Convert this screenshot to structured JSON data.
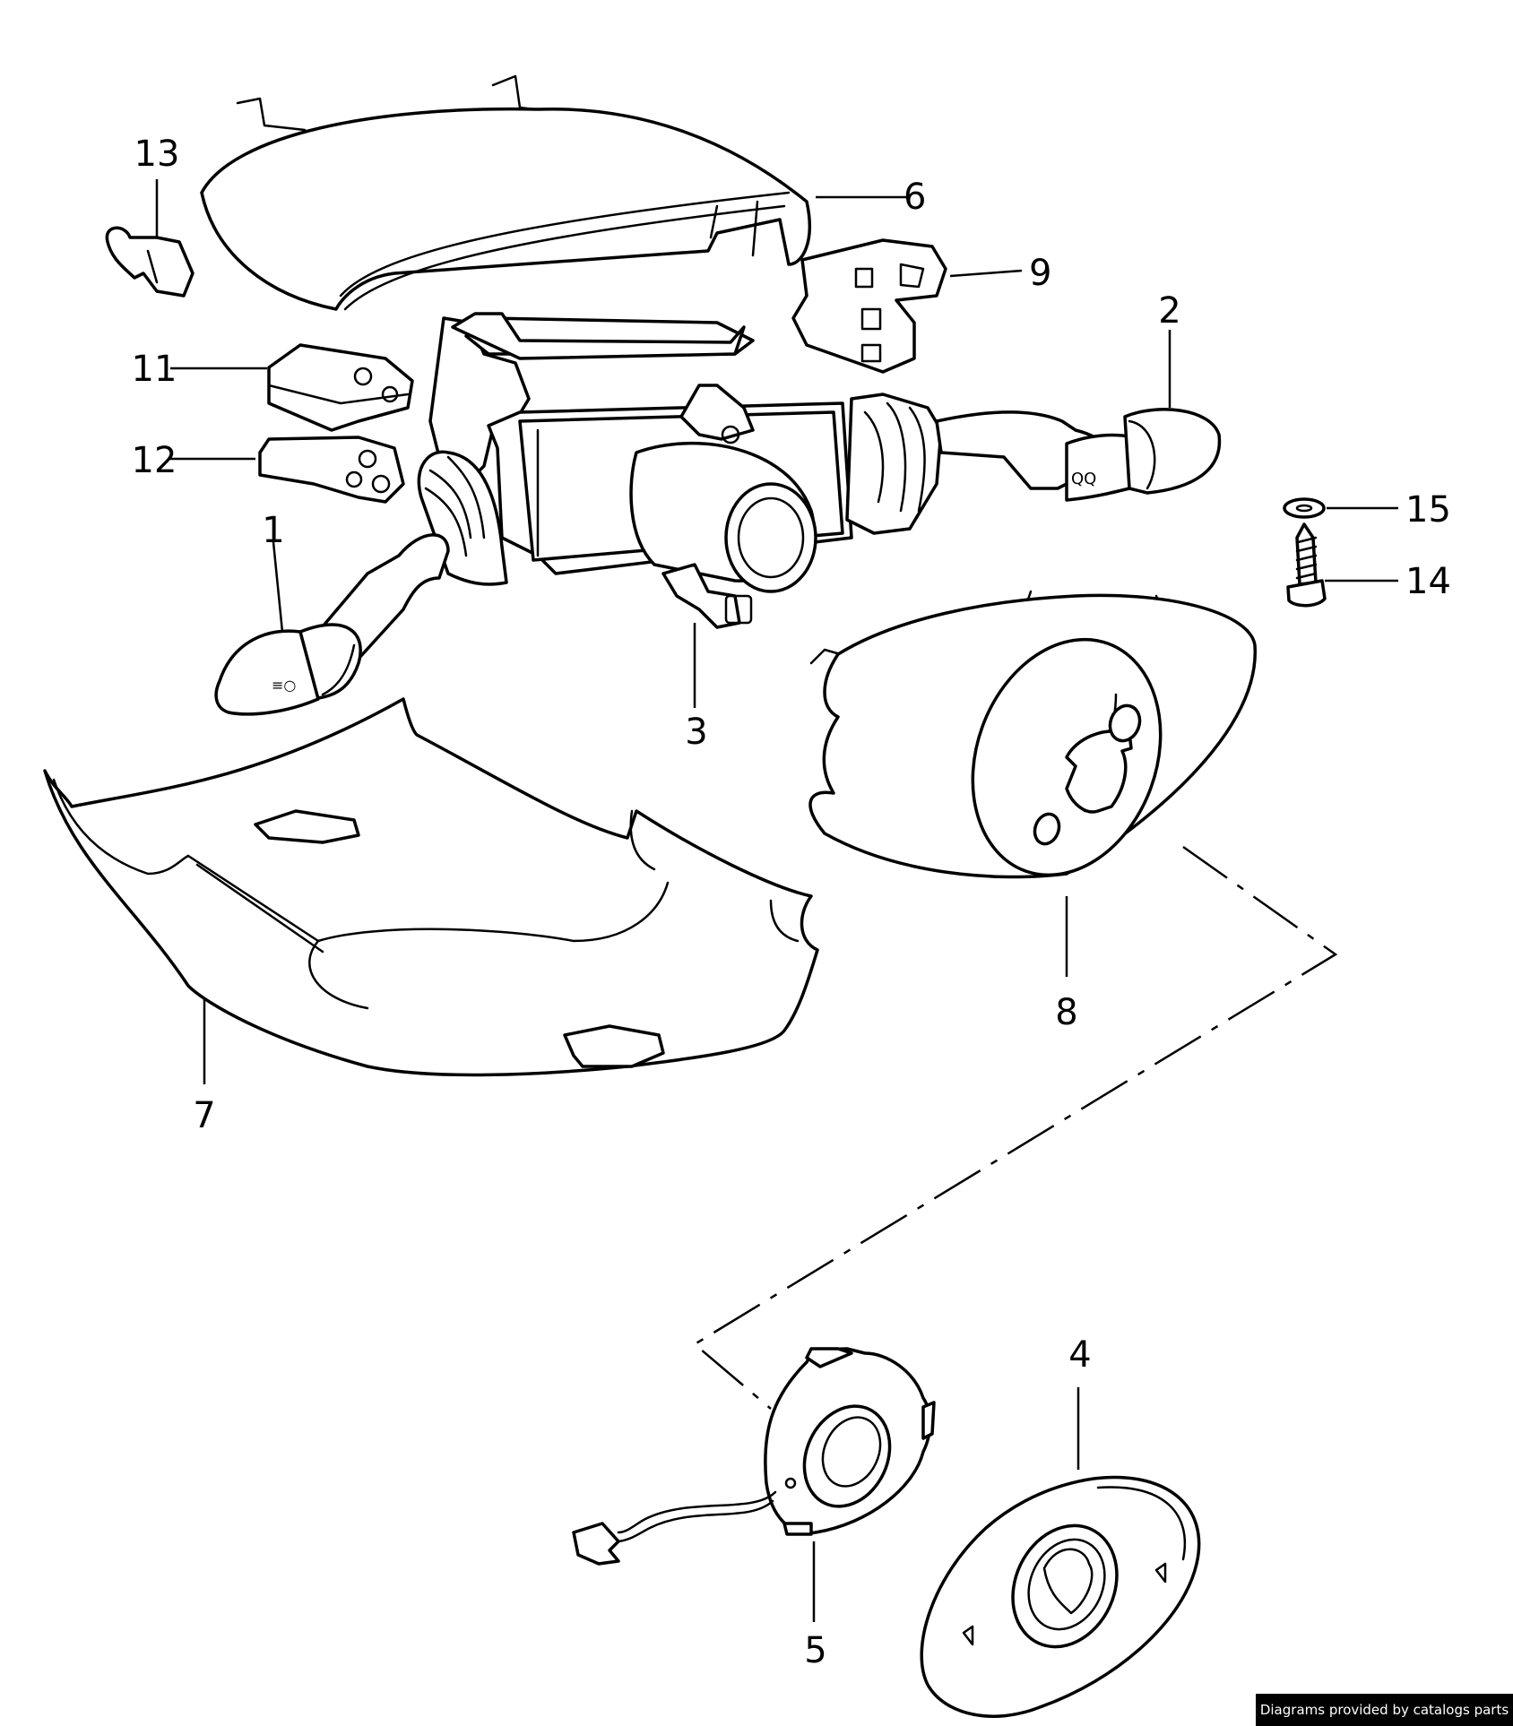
{
  "callouts": [
    {
      "id": "1",
      "label": "1"
    },
    {
      "id": "2",
      "label": "2"
    },
    {
      "id": "3",
      "label": "3"
    },
    {
      "id": "4",
      "label": "4"
    },
    {
      "id": "5",
      "label": "5"
    },
    {
      "id": "6",
      "label": "6"
    },
    {
      "id": "7",
      "label": "7"
    },
    {
      "id": "8",
      "label": "8"
    },
    {
      "id": "9",
      "label": "9"
    },
    {
      "id": "11",
      "label": "11"
    },
    {
      "id": "12",
      "label": "12"
    },
    {
      "id": "13",
      "label": "13"
    },
    {
      "id": "14",
      "label": "14"
    },
    {
      "id": "15",
      "label": "15"
    }
  ],
  "credit": "Diagrams provided by catalogs parts"
}
